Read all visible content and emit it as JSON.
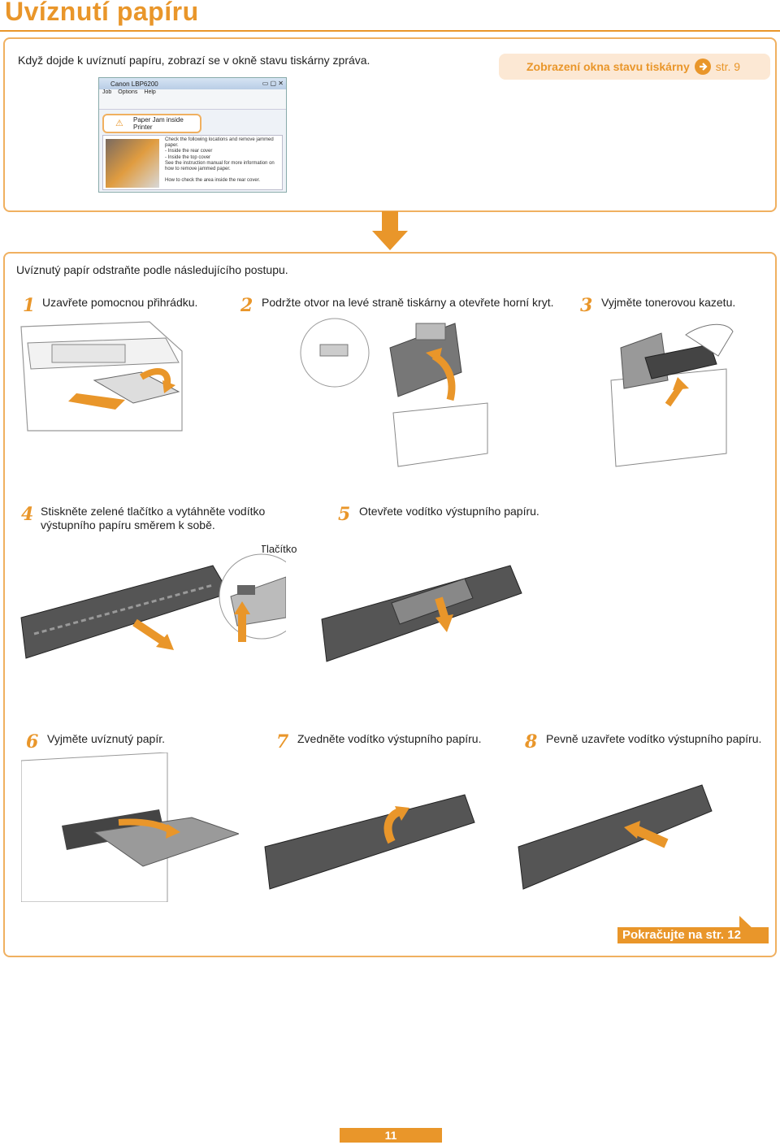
{
  "page": {
    "title": "Uvíznutí papíru",
    "page_number": "11"
  },
  "status_panel": {
    "intro": "Když dojde k uvíznutí papíru, zobrazí se v okně stavu tiskárny zpráva.",
    "reference_label": "Zobrazení okna stavu tiskárny",
    "reference_page": "str. 9",
    "screenshot": {
      "window_title": "Canon LBP6200",
      "menu": [
        "Job",
        "Options",
        "Help"
      ],
      "message": "Paper Jam inside Printer",
      "details": [
        "Check the following locations and remove jammed",
        "paper.",
        "- Inside the rear cover",
        "- Inside the top cover",
        "See the instruction manual for more information on",
        "how to remove jammed paper.",
        "",
        "How to check the area inside the rear cover."
      ]
    }
  },
  "procedure_panel": {
    "intro": "Uvíznutý papír odstraňte podle následujícího postupu.",
    "steps": [
      {
        "number": "1",
        "text": "Uzavřete pomocnou přihrádku."
      },
      {
        "number": "2",
        "text": "Podržte otvor na levé straně tiskárny a otevřete horní kryt."
      },
      {
        "number": "3",
        "text": "Vyjměte tonerovou kazetu."
      },
      {
        "number": "4",
        "text": "Stiskněte zelené tlačítko a vytáhněte vodítko výstupního papíru směrem k sobě."
      },
      {
        "number": "5",
        "text": "Otevřete vodítko výstupního papíru."
      },
      {
        "number": "6",
        "text": "Vyjměte uvíznutý papír."
      },
      {
        "number": "7",
        "text": "Zvedněte vodítko výstupního papíru."
      },
      {
        "number": "8",
        "text": "Pevně uzavřete vodítko výstupního papíru."
      }
    ],
    "button_callout": "Tlačítko",
    "continue_label": "Pokračujte na str. 12"
  },
  "colors": {
    "accent": "#e9962a",
    "panel_border": "#f0b060",
    "reference_bg": "#fce8d4"
  }
}
